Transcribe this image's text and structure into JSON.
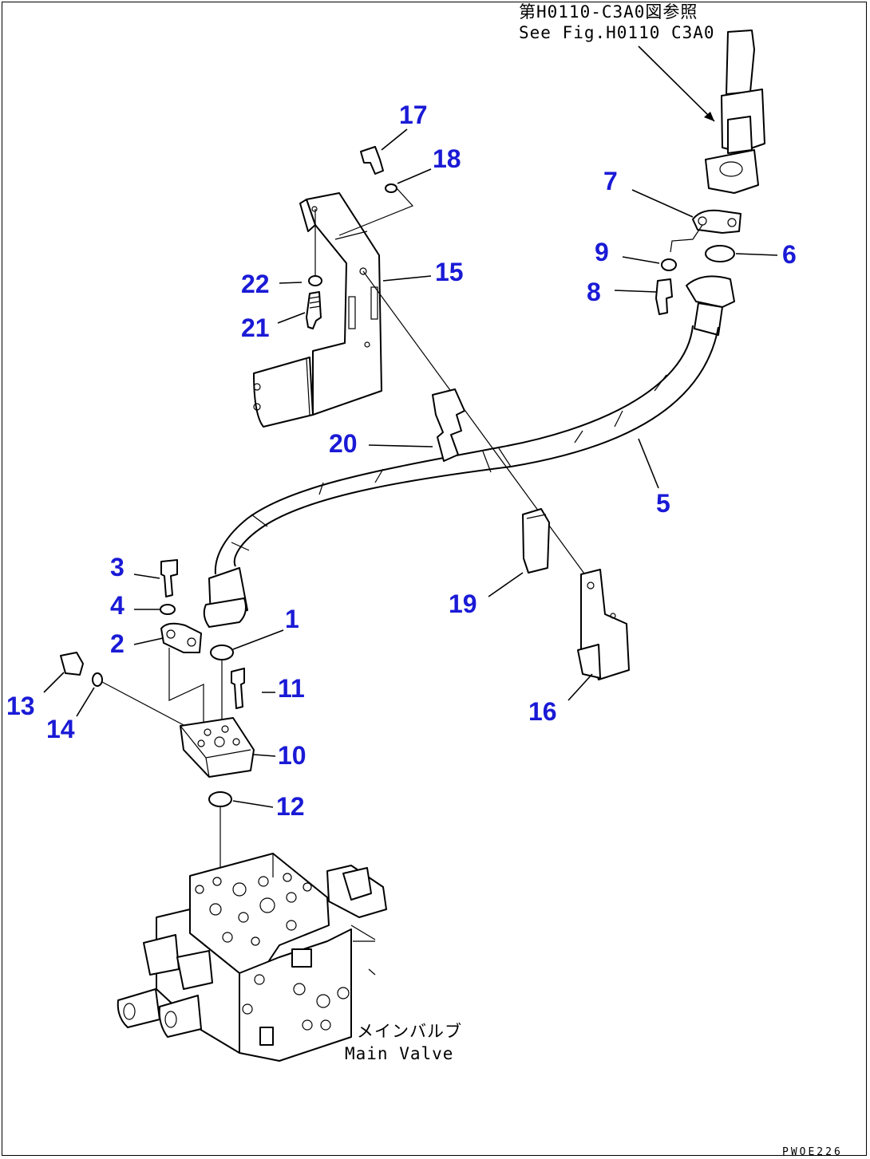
{
  "labels": {
    "p1": "1",
    "p2": "2",
    "p3": "3",
    "p4": "4",
    "p5": "5",
    "p6": "6",
    "p7": "7",
    "p8": "8",
    "p9": "9",
    "p10": "10",
    "p11": "11",
    "p12": "12",
    "p13": "13",
    "p14": "14",
    "p15": "15",
    "p16": "16",
    "p17": "17",
    "p18": "18",
    "p19": "19",
    "p20": "20",
    "p21": "21",
    "p22": "22"
  },
  "references": {
    "fig_ref_jp": "第H0110-C3A0図参照",
    "fig_ref_en": "See Fig.H0110 C3A0",
    "main_valve_jp": "メインバルブ",
    "main_valve_en": "Main Valve"
  },
  "drawing_code": "PWOE226",
  "colors": {
    "callout": "#1a1ad6",
    "line": "#000000",
    "background": "#ffffff"
  }
}
